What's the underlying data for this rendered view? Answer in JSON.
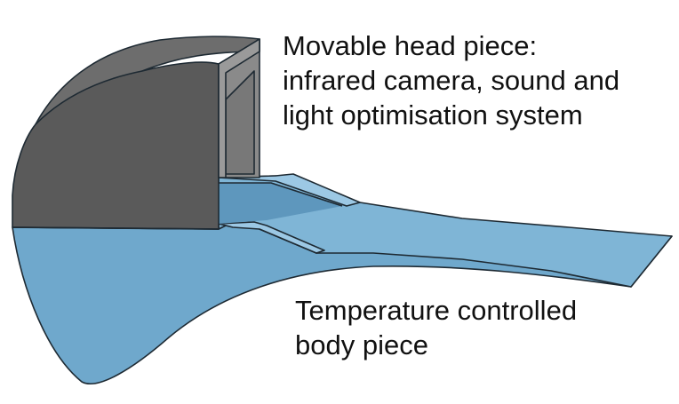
{
  "head_label": {
    "lines": [
      "Movable head piece:",
      "infrared camera, sound and",
      "light optimisation system"
    ]
  },
  "body_label": {
    "lines": [
      "Temperature controlled",
      "body piece"
    ]
  },
  "colors": {
    "head_dark": "#585858",
    "head_mid": "#6d6d6d",
    "head_light": "#8a8a8a",
    "body_blue": "#6fa8cc",
    "body_blue_light": "#9cc8e4",
    "body_blue_dark": "#5e97bd",
    "outline": "#1e2a33"
  }
}
